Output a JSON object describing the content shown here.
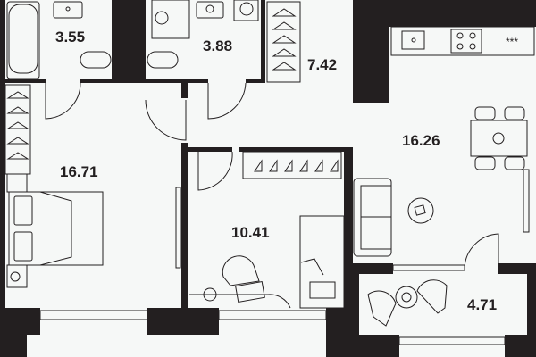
{
  "plan": {
    "rooms": [
      {
        "name": "bathroom",
        "area": "3.55"
      },
      {
        "name": "toilet-laundry",
        "area": "3.88"
      },
      {
        "name": "wardrobe",
        "area": "7.42"
      },
      {
        "name": "bedroom",
        "area": "16.71"
      },
      {
        "name": "kitchen-living",
        "area": "16.26"
      },
      {
        "name": "child-room",
        "area": "10.41"
      },
      {
        "name": "balcony",
        "area": "4.71"
      }
    ],
    "stove_label": "***",
    "colors": {
      "wall": "#231f20",
      "floor": "#f6f8f7"
    }
  }
}
